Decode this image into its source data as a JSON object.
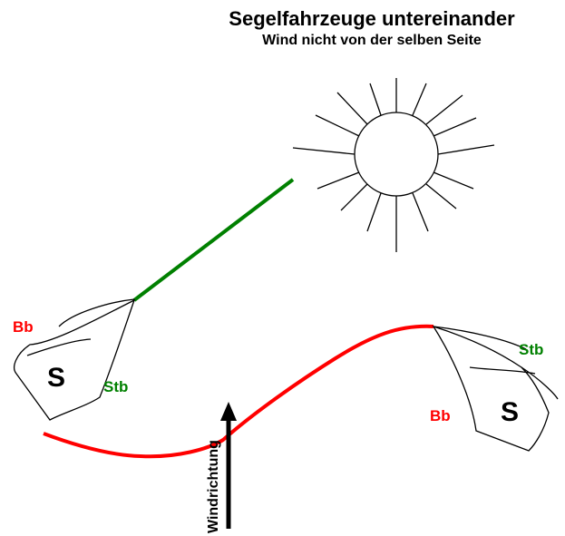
{
  "title": "Segelfahrzeuge untereinander",
  "subtitle": "Wind nicht von der selben Seite",
  "boat_left": {
    "mark": "S",
    "port_label": "Bb",
    "starboard_label": "Stb"
  },
  "boat_right": {
    "mark": "S",
    "port_label": "Bb",
    "starboard_label": "Stb"
  },
  "wind_label": "Windrichtung",
  "colors": {
    "port": "#ff0000",
    "starboard": "#008000",
    "ink": "#000000"
  },
  "icons": [
    "sun-icon",
    "wind-arrow-icon"
  ]
}
